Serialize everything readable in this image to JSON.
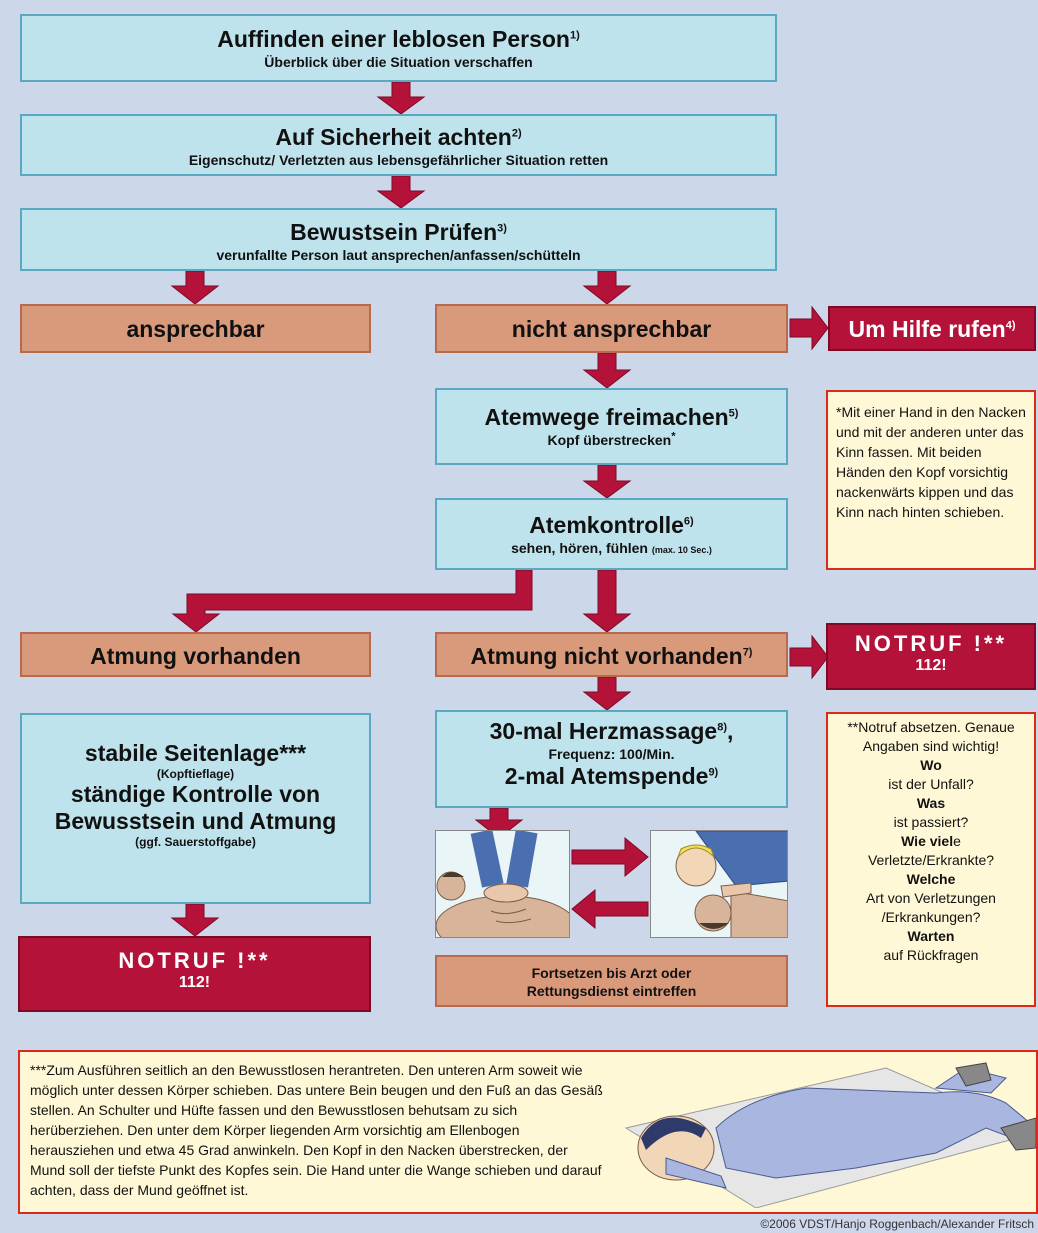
{
  "steps": {
    "find": {
      "title": "Auffinden einer leblosen Person",
      "sup": "1)",
      "sub": "Überblick über die Situation verschaffen"
    },
    "safety": {
      "title": "Auf Sicherheit achten",
      "sup": "2)",
      "sub": "Eigenschutz/ Verletzten aus lebensgefährlicher Situation retten"
    },
    "conscious": {
      "title": "Bewustsein Prüfen",
      "sup": "3)",
      "sub": "verunfallte Person laut ansprechen/anfassen/schütteln"
    },
    "responsive": {
      "title": "ansprechbar"
    },
    "unresponsive": {
      "title": "nicht ansprechbar"
    },
    "help": {
      "title": "Um Hilfe rufen",
      "sup": "4)"
    },
    "airway": {
      "title": "Atemwege freimachen",
      "sup": "5)",
      "sub": "Kopf überstrecken",
      "sub_sup": "*"
    },
    "breathcheck": {
      "title": "Atemkontrolle",
      "sup": "6)",
      "sub": "sehen, hören, fühlen",
      "sub_small": "(max. 10 Sec.)"
    },
    "breathing": {
      "title": "Atmung vorhanden"
    },
    "notbreathing": {
      "title": "Atmung nicht vorhanden",
      "sup": "7)"
    },
    "emergency_right": {
      "title": "NOTRUF !**",
      "number": "112!"
    },
    "recovery": {
      "line1": "stabile Seitenlage***",
      "line2": "(Kopftieflage)",
      "line3": "ständige Kontrolle von",
      "line4": "Bewusstsein und Atmung",
      "line5": "(ggf. Sauerstoffgabe)"
    },
    "cpr": {
      "line1": "30-mal Herzmassage",
      "line1_sup": "8)",
      "line1_end": ",",
      "line2": "Frequenz: 100/Min.",
      "line3": "2-mal Atemspende",
      "line3_sup": "9)"
    },
    "emergency_left": {
      "title": "NOTRUF !**",
      "number": "112!"
    },
    "continue": {
      "line1": "Fortsetzen bis Arzt oder",
      "line2": "Rettungsdienst eintreffen"
    }
  },
  "notes": {
    "airway_note": "*Mit einer Hand in den Nacken und mit der anderen unter das Kinn fassen. Mit beiden Händen den Kopf vorsichtig nackenwärts kippen und das Kinn nach hinten schieben.",
    "call_note": {
      "intro": "**Notruf absetzen. Genaue Angaben sind wichtig!",
      "items": [
        {
          "q": "Wo",
          "a": "ist der Unfall?"
        },
        {
          "q": "Was",
          "a": "ist passiert?"
        },
        {
          "q": "Wie viel",
          "q_end": "e",
          "a": "Verletzte/Erkrankte?"
        },
        {
          "q": "Welche",
          "a": "Art von Verletzungen /Erkrankungen?"
        },
        {
          "q": "Warten",
          "a": "auf Rückfragen"
        }
      ]
    },
    "recovery_note": "***Zum Ausführen seitlich an den Bewusstlosen herantreten. Den unteren Arm soweit wie möglich unter dessen Körper schieben. Das untere Bein beugen und den Fuß an das Gesäß stellen. An Schulter und Hüfte fassen und den Bewusstlosen behutsam zu sich herüberziehen. Den unter dem Körper liegenden Arm vorsichtig am Ellenbogen herausziehen und etwa 45 Grad anwinkeln. Den Kopf in den Nacken überstrecken, der Mund soll der tiefste Punkt des Kopfes sein. Die Hand unter die Wange schieben und darauf achten, dass der Mund geöffnet ist."
  },
  "copyright": "©2006 VDST/Hanjo Roggenbach/Alexander Fritsch",
  "colors": {
    "arrow": "#b5123a",
    "box_blue": "#bfe3ec",
    "box_salmon": "#d99a7c",
    "emergency": "#b5123a",
    "note_bg": "#fff8d6",
    "background": "#cdd7ea"
  }
}
